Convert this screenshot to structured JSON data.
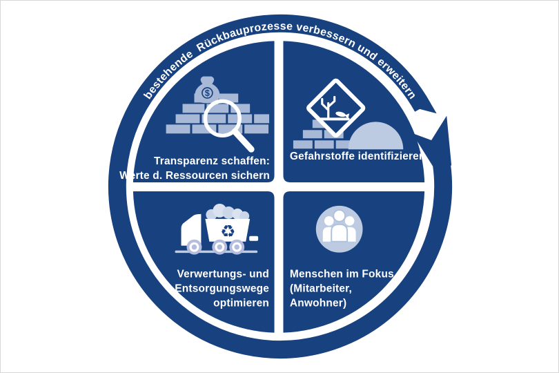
{
  "diagram": {
    "ring_label": "bestehende  Rückbauprozesse verbessern und erweitern",
    "colors": {
      "brand_blue": "#17417F",
      "light_blue": "#A7B9D6",
      "pale_blue": "#BCCBE2",
      "white": "#FFFFFF"
    },
    "quadrants": [
      {
        "id": "transparenz",
        "icon": "money-bag-magnifier-bricks-icon",
        "lines": [
          "Transparenz schaffen:",
          "Werte d. Ressourcen sichern"
        ]
      },
      {
        "id": "gefahrstoffe",
        "icon": "environmental-hazard-diamond-icon",
        "lines": [
          "Gefahrstoffe identifizieren"
        ]
      },
      {
        "id": "verwertung",
        "icon": "recycling-truck-icon",
        "lines": [
          "Verwertungs- und",
          "Entsorgungswege",
          "optimieren"
        ]
      },
      {
        "id": "menschen",
        "icon": "people-group-icon",
        "lines": [
          "Menschen im Fokus",
          "(Mitarbeiter,",
          "Anwohner)"
        ]
      }
    ],
    "symbols": {
      "money_symbol": "$",
      "recycle_symbol": "♻"
    }
  }
}
